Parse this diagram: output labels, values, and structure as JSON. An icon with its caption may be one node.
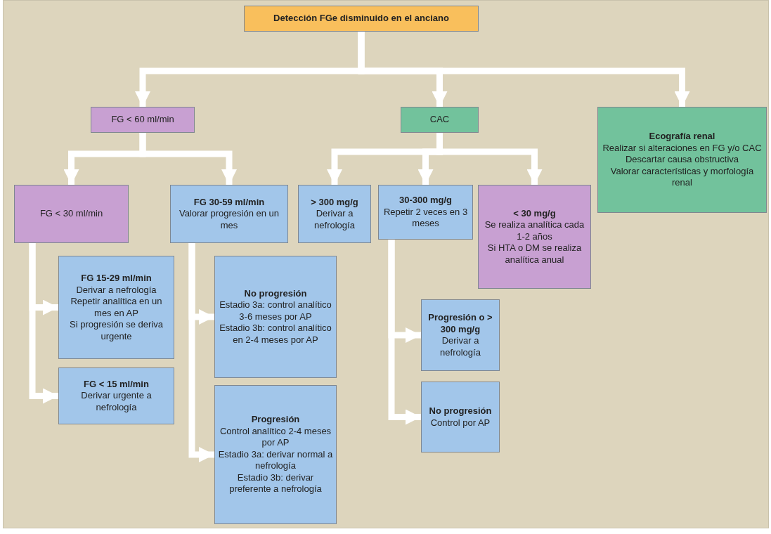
{
  "diagram": {
    "nodes": [
      {
        "text": [
          "Detección FGe disminuido en el anciano"
        ]
      },
      {
        "text": [
          "FG < 60 ml/min"
        ]
      },
      {
        "text": [
          "CAC"
        ]
      },
      {
        "text": [
          "Ecografía renal",
          "Realizar si alteraciones en FG y/o CAC",
          "Descartar causa obstructiva",
          "Valorar características y morfología renal"
        ]
      },
      {
        "text": [
          "FG < 30 ml/min"
        ]
      },
      {
        "text": [
          "FG 30-59 ml/min",
          "Valorar progresión en un mes"
        ]
      },
      {
        "text": [
          "> 300 mg/g",
          "Derivar a nefrología"
        ]
      },
      {
        "text": [
          "30-300 mg/g",
          "Repetir 2 veces en 3 meses"
        ]
      },
      {
        "text": [
          "< 30 mg/g",
          "Se realiza analítica cada 1-2 años",
          "Si HTA o DM se realiza analítica anual"
        ]
      },
      {
        "text": [
          "FG 15-29 ml/min",
          "Derivar a nefrología",
          "Repetir analítica en un mes en AP",
          "Si progresión se deriva urgente"
        ]
      },
      {
        "text": [
          "FG < 15 ml/min",
          "Derivar urgente a nefrología"
        ]
      },
      {
        "text": [
          "No progresión",
          "Estadio 3a: control analítico 3-6 meses por AP",
          "Estadio 3b: control analítico en 2-4 meses por AP"
        ]
      },
      {
        "text": [
          "Progresión",
          "Control analítico 2-4 meses por AP",
          "Estadio 3a: derivar normal a nefrología",
          "Estadio 3b: derivar preferente a nefrología"
        ]
      },
      {
        "text": [
          "Progresión o > 300 mg/g",
          "Derivar a nefrología"
        ]
      },
      {
        "text": [
          "No progresión",
          "Control por AP"
        ]
      }
    ],
    "edges": [
      {
        "from": 0,
        "to": 1,
        "arrow": "to"
      },
      {
        "from": 0,
        "to": 2,
        "arrow": "to"
      },
      {
        "from": 0,
        "to": 3,
        "arrow": "to"
      },
      {
        "from": 1,
        "to": 4,
        "arrow": "to"
      },
      {
        "from": 1,
        "to": 5,
        "arrow": "to"
      },
      {
        "from": 2,
        "to": 6,
        "arrow": "to"
      },
      {
        "from": 2,
        "to": 7,
        "arrow": "to"
      },
      {
        "from": 2,
        "to": 8,
        "arrow": "to"
      },
      {
        "from": 4,
        "to": 9,
        "arrow": "to"
      },
      {
        "from": 4,
        "to": 10,
        "arrow": "to"
      },
      {
        "from": 5,
        "to": 11,
        "arrow": "to"
      },
      {
        "from": 5,
        "to": 12,
        "arrow": "to"
      },
      {
        "from": 7,
        "to": 13,
        "arrow": "to"
      },
      {
        "from": 7,
        "to": 14,
        "arrow": "to"
      }
    ]
  }
}
